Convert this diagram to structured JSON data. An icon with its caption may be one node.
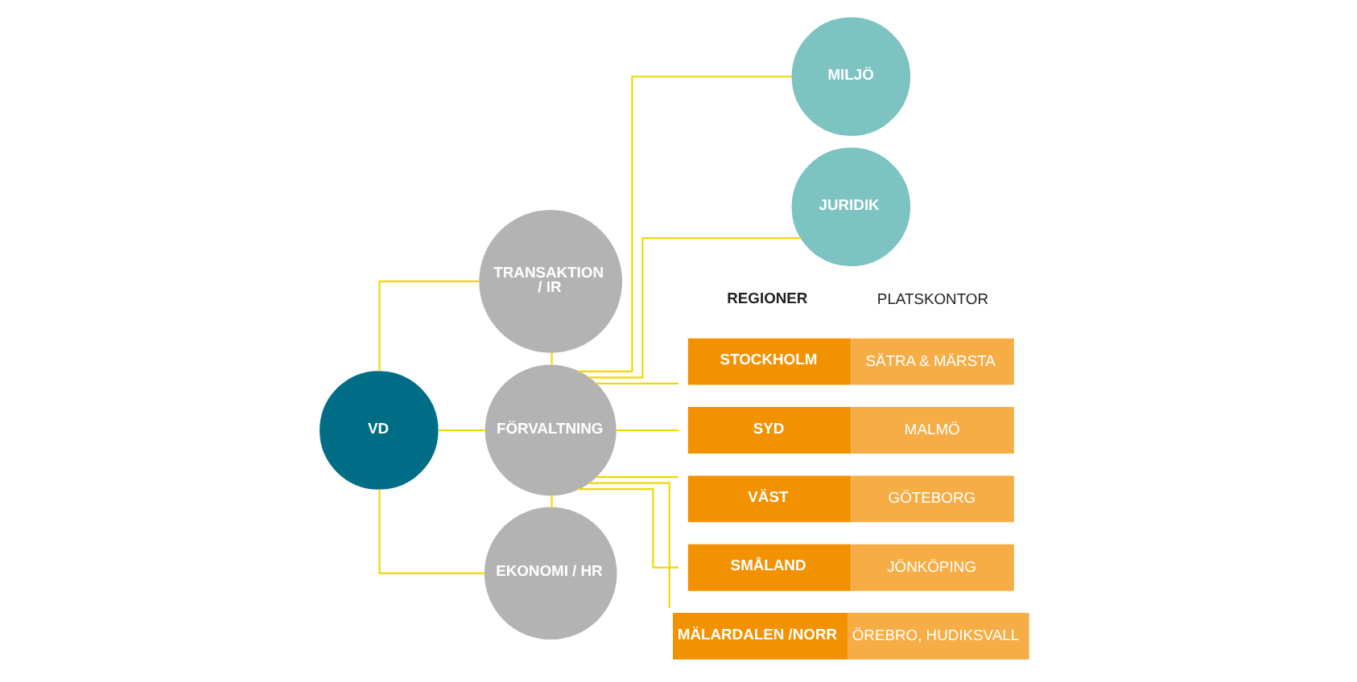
{
  "diagram": {
    "nodes": [
      {
        "text": [
          "VD"
        ]
      },
      {
        "text": [
          "TRANSAKTION / IR"
        ]
      },
      {
        "text": [
          "FÖRVALTNING"
        ]
      },
      {
        "text": [
          "EKONOMI / HR"
        ]
      },
      {
        "text": [
          "MILJÖ"
        ]
      },
      {
        "text": [
          "JURIDIK"
        ]
      },
      {
        "text": [
          "STOCKHOLM",
          "SÄTRA & MÄRSTA"
        ]
      },
      {
        "text": [
          "SYD",
          "MALMÖ"
        ]
      },
      {
        "text": [
          "VÄST",
          "GÖTEBORG"
        ]
      },
      {
        "text": [
          "SMÅLAND",
          "JÖNKÖPING"
        ]
      },
      {
        "text": [
          "MÄLARDALEN /NORR",
          "ÖREBRO, HUDIKSVALL"
        ]
      }
    ],
    "edges": [
      {
        "from": 0,
        "to": 1,
        "arrow": "none"
      },
      {
        "from": 0,
        "to": 2,
        "arrow": "none"
      },
      {
        "from": 0,
        "to": 3,
        "arrow": "none"
      },
      {
        "from": 1,
        "to": 2,
        "arrow": "none"
      },
      {
        "from": 2,
        "to": 3,
        "arrow": "none"
      },
      {
        "from": 2,
        "to": 4,
        "arrow": "none"
      },
      {
        "from": 2,
        "to": 5,
        "arrow": "none"
      },
      {
        "from": 2,
        "to": 6,
        "arrow": "none"
      },
      {
        "from": 2,
        "to": 7,
        "arrow": "none"
      },
      {
        "from": 2,
        "to": 8,
        "arrow": "none"
      },
      {
        "from": 2,
        "to": 9,
        "arrow": "none"
      },
      {
        "from": 2,
        "to": 10,
        "arrow": "none"
      }
    ],
    "labels": [
      "REGIONER",
      "PLATSKONTOR"
    ]
  }
}
